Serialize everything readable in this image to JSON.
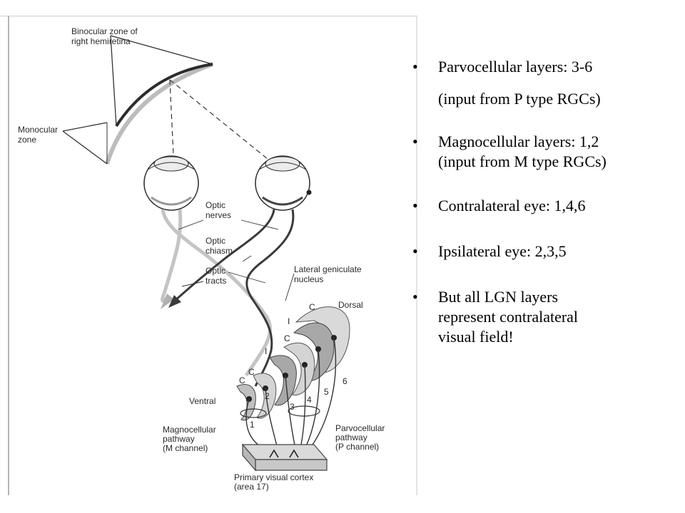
{
  "slide": {
    "bullets": [
      {
        "lines": [
          "Parvocellular layers: 3-6",
          "(input from P type RGCs)"
        ]
      },
      {
        "lines": [
          "Magnocellular layers: 1,2",
          "(input from M type RGCs)"
        ]
      },
      {
        "lines": [
          "Contralateral eye: 1,4,6"
        ]
      },
      {
        "lines": [
          "Ipsilateral eye: 2,3,5"
        ]
      },
      {
        "lines": [
          "But all LGN layers",
          "represent contralateral",
          "visual field!"
        ]
      }
    ],
    "bullet_symbol": "•"
  },
  "figure": {
    "labels": {
      "binocular_zone": [
        "Binocular zone of",
        "right hemiretina"
      ],
      "monocular_zone": [
        "Monocular",
        "zone"
      ],
      "optic_nerves": [
        "Optic",
        "nerves"
      ],
      "optic_chiasm": [
        "Optic",
        "chiasm"
      ],
      "optic_tracts": [
        "Optic",
        "tracts"
      ],
      "lgn": [
        "Lateral geniculate",
        "nucleus"
      ],
      "dorsal": "Dorsal",
      "ventral": "Ventral",
      "magno_pathway": [
        "Magnocellular",
        "pathway",
        "(M channel)"
      ],
      "parvo_pathway": [
        "Parvocellular",
        "pathway",
        "(P channel)"
      ],
      "cortex": [
        "Primary visual cortex",
        "(area 17)"
      ]
    },
    "layer_numbers": [
      "1",
      "2",
      "3",
      "4",
      "5",
      "6"
    ],
    "layer_markers": [
      "C",
      "C",
      "C",
      "I",
      "I",
      "C"
    ],
    "colors": {
      "line_dark": "#333333",
      "line_light": "#bdbdbd",
      "layer_fill": "#d4d4d4",
      "layer_fill_dark": "#a8a8a8"
    }
  }
}
